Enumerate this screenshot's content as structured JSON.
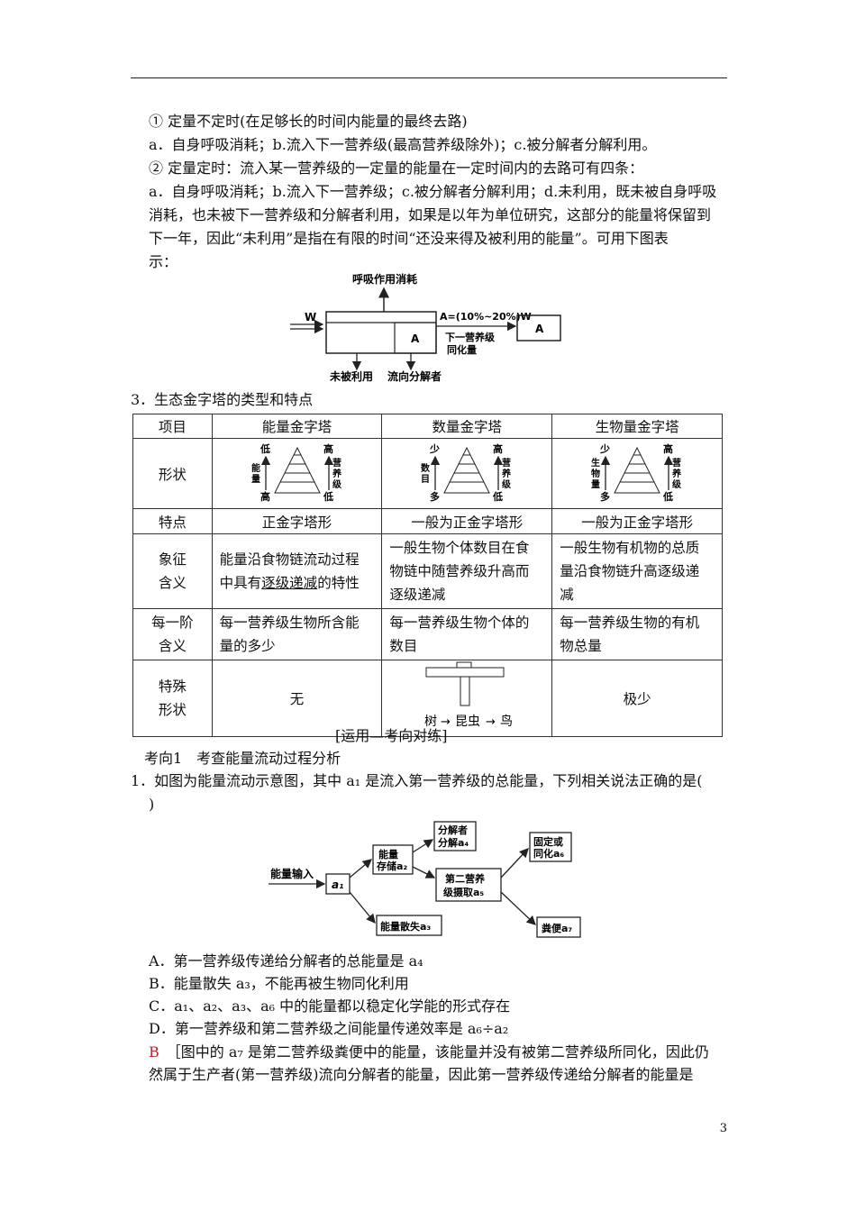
{
  "intro": {
    "p1": "① 定量不定时(在足够长的时间内能量的最终去路)",
    "p2": "a．自身呼吸消耗；b.流入下一营养级(最高营养级除外)；c.被分解者分解利用。",
    "p3": "② 定量定时：流入某一营养级的一定量的能量在一定时间内的去路可有四条：",
    "p4a": "a．自身呼吸消耗；b.流入下一营养级；c.被分解者分解利用；d.未利用，既未被自身呼吸",
    "p4b": "消耗，也未被下一营养级和分解者利用，如果是以年为单位研究，这部分的能量将保留到",
    "p4c": "下一年，因此“未利用”是指在有限的时间“还没来得及被利用的能量”。可用下图表",
    "p4d": "示："
  },
  "diagram1": {
    "respiration": "呼吸作用消耗",
    "input": "W",
    "box_a": "A",
    "formula": "A=(10%~20%)W",
    "next_level_1": "下一营养级",
    "next_level_2": "同化量",
    "box_a2": "A",
    "unused": "未被利用",
    "decomposer": "流向分解者"
  },
  "section3_title": "3．生态金字塔的类型和特点",
  "table": {
    "headers": [
      "项目",
      "能量金字塔",
      "数量金字塔",
      "生物量金字塔"
    ],
    "row_shape": "形状",
    "pyramids": [
      {
        "top": "低",
        "bottom": "高",
        "axis": [
          "能",
          "量"
        ],
        "right_top": "高",
        "right_mid": [
          "营",
          "养",
          "级"
        ],
        "right_bottom": "低"
      },
      {
        "top": "少",
        "bottom": "多",
        "axis": [
          "数",
          "目"
        ],
        "right_top": "高",
        "right_mid": [
          "营",
          "养",
          "级"
        ],
        "right_bottom": "低"
      },
      {
        "top": "少",
        "bottom": "多",
        "axis": [
          "生",
          "物",
          "量"
        ],
        "right_top": "高",
        "right_mid": [
          "营",
          "养",
          "级"
        ],
        "right_bottom": "低"
      }
    ],
    "row_feature": {
      "label": "特点",
      "cells": [
        "正金字塔形",
        "一般为正金字塔形",
        "一般为正金字塔形"
      ]
    },
    "row_meaning": {
      "label1": "象征",
      "label2": "含义",
      "c1": [
        "能量沿食物链流动过程",
        "中具有",
        "逐级递减",
        "的特性"
      ],
      "c2": [
        "一般生物个体数目在食",
        "物链中随营养级升高而",
        "逐级递减"
      ],
      "c3": [
        "一般生物有机物的总质",
        "量沿食物链升高逐级递",
        "减"
      ]
    },
    "row_each": {
      "label1": "每一阶",
      "label2": "含义",
      "c1": [
        "每一营养级生物所含能",
        "量的多少"
      ],
      "c2": [
        "每一营养级生物个体的",
        "数目"
      ],
      "c3": [
        "每一营养级生物的有机",
        "物总量"
      ]
    },
    "row_special": {
      "label1": "特殊",
      "label2": "形状",
      "c1": "无",
      "c2_chain": [
        "树",
        "昆虫",
        "鸟"
      ],
      "c3": "极少"
    }
  },
  "practice_heading": "[运用—考向对练]",
  "direction1": "考向1　考查能量流动过程分析",
  "q1": {
    "stem1": "1．如图为能量流动示意图，其中 a₁ 是流入第一营养级的总能量，下列相关说法正确的是(",
    "stem2": ")"
  },
  "diagram2": {
    "input": "能量输入",
    "a1": "a₁",
    "storage1": "能量",
    "storage2": "存储a₂",
    "decomp1": "分解者",
    "decomp2": "分解a₄",
    "second1": "第二营养",
    "second2": "级摄取a₅",
    "fixed1": "固定或",
    "fixed2": "同化a₆",
    "dissipate": "能量散失a₃",
    "feces": "粪便a₇"
  },
  "options": {
    "A": "A．第一营养级传递给分解者的总能量是 a₄",
    "B": "B．能量散失 a₃，不能再被生物同化利用",
    "C": "C．a₁、a₂、a₃、a₆ 中的能量都以稳定化学能的形式存在",
    "D": "D．第一营养级和第二营养级之间能量传递效率是 a₆÷a₂"
  },
  "answer": {
    "letter": "B",
    "line1": "［图中的 a₇ 是第二营养级粪便中的能量，该能量并没有被第二营养级所同化，因此仍",
    "line2": "然属于生产者(第一营养级)流向分解者的能量，因此第一营养级传递给分解者的能量是"
  },
  "page_number": "3"
}
